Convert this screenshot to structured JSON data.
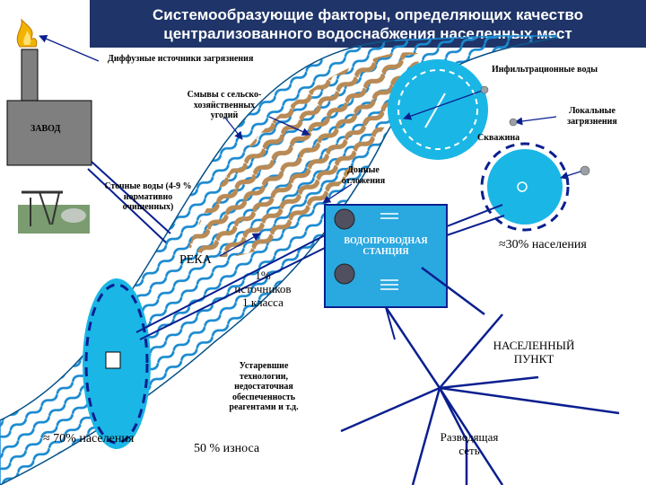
{
  "title": {
    "line1": "Системообразующие факторы, определяющих качество",
    "line2": "централизованного водоснабжения населенных мест"
  },
  "labels": {
    "diffuse": "Диффузные источники загрязнения",
    "infiltration": "Инфильтрационные воды",
    "runoff_l1": "Смывы с сельско-",
    "runoff_l2": "хозяйственных",
    "runoff_l3": "угодий",
    "factory": "ЗАВОД",
    "local_l1": "Локальные",
    "local_l2": "загрязнения",
    "well": "Скважина",
    "sediment_l1": "Донные",
    "sediment_l2": "отложения",
    "wastewater_l1": "Сточные воды (4-9 %",
    "wastewater_l2": "нормативно",
    "wastewater_l3": "очищенных)",
    "station_l1": "ВОДОПРОВОДНАЯ",
    "station_l2": "СТАНЦИЯ",
    "pop30": "≈30% населения",
    "river": "РЕКА",
    "class1_l1": "1%",
    "class1_l2": "источников",
    "class1_l3": "1 класса",
    "settlement_l1": "НАСЕЛЕННЫЙ",
    "settlement_l2": "ПУНКТ",
    "tech_l1": "Устаревшие",
    "tech_l2": "технологии,",
    "tech_l3": "недостаточная",
    "tech_l4": "обеспеченность",
    "tech_l5": "реагентами и т.д.",
    "pop70": "≈ 70% населения",
    "wear": "50 % износа",
    "network_l1": "Разводящая",
    "network_l2": "сеть"
  },
  "colors": {
    "title_bg": "#1f3468",
    "water": "#1ab7e6",
    "wave": "#1a8ad0",
    "soil": "#b88a55",
    "factory": "#7f7f7f",
    "station": "#2aa8e0",
    "navy": "#0a1f8f",
    "flame": "#f0b400"
  },
  "icons": [
    "flame-icon",
    "oil-pump-icon",
    "valve-icon"
  ]
}
